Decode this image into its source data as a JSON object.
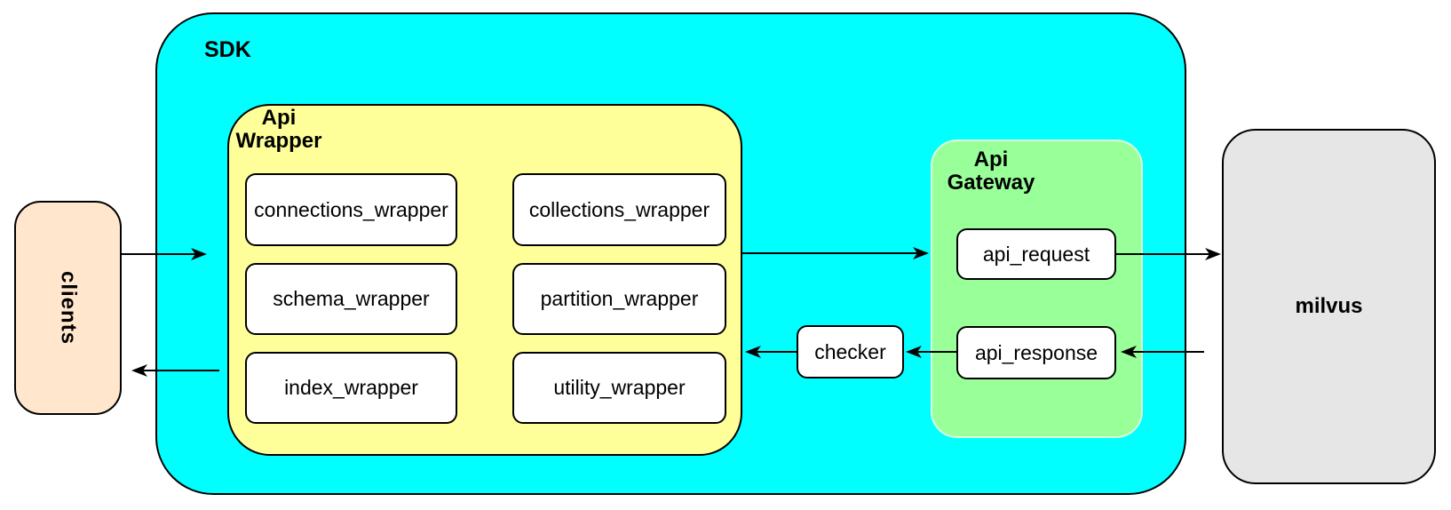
{
  "colors": {
    "sdk_fill": "#00ffff",
    "api_wrapper_fill": "#ffff99",
    "api_gateway_fill": "#99ff99",
    "clients_fill": "#ffe6cc",
    "milvus_fill": "#e6e6e6",
    "node_fill": "#ffffff",
    "border": "#000000"
  },
  "diagram": {
    "clients": {
      "label": "clients"
    },
    "milvus": {
      "label": "milvus"
    },
    "sdk": {
      "label": "SDK",
      "api_wrapper": {
        "label_lines": [
          "Api",
          "Wrapper"
        ],
        "boxes": [
          {
            "label": "connections_wrapper"
          },
          {
            "label": "collections_wrapper"
          },
          {
            "label": "schema_wrapper"
          },
          {
            "label": "partition_wrapper"
          },
          {
            "label": "index_wrapper"
          },
          {
            "label": "utility_wrapper"
          }
        ]
      },
      "checker": {
        "label": "checker"
      },
      "api_gateway": {
        "label_lines": [
          "Api",
          "Gateway"
        ],
        "boxes": [
          {
            "label": "api_request"
          },
          {
            "label": "api_response"
          }
        ]
      }
    },
    "arrows": [
      {
        "from": "clients",
        "to": "api_wrapper"
      },
      {
        "from": "api_wrapper",
        "to": "api_request"
      },
      {
        "from": "api_request",
        "to": "milvus"
      },
      {
        "from": "milvus",
        "to": "api_response"
      },
      {
        "from": "api_response",
        "to": "checker"
      },
      {
        "from": "checker",
        "to": "api_wrapper"
      },
      {
        "from": "api_wrapper",
        "to": "clients"
      }
    ]
  }
}
